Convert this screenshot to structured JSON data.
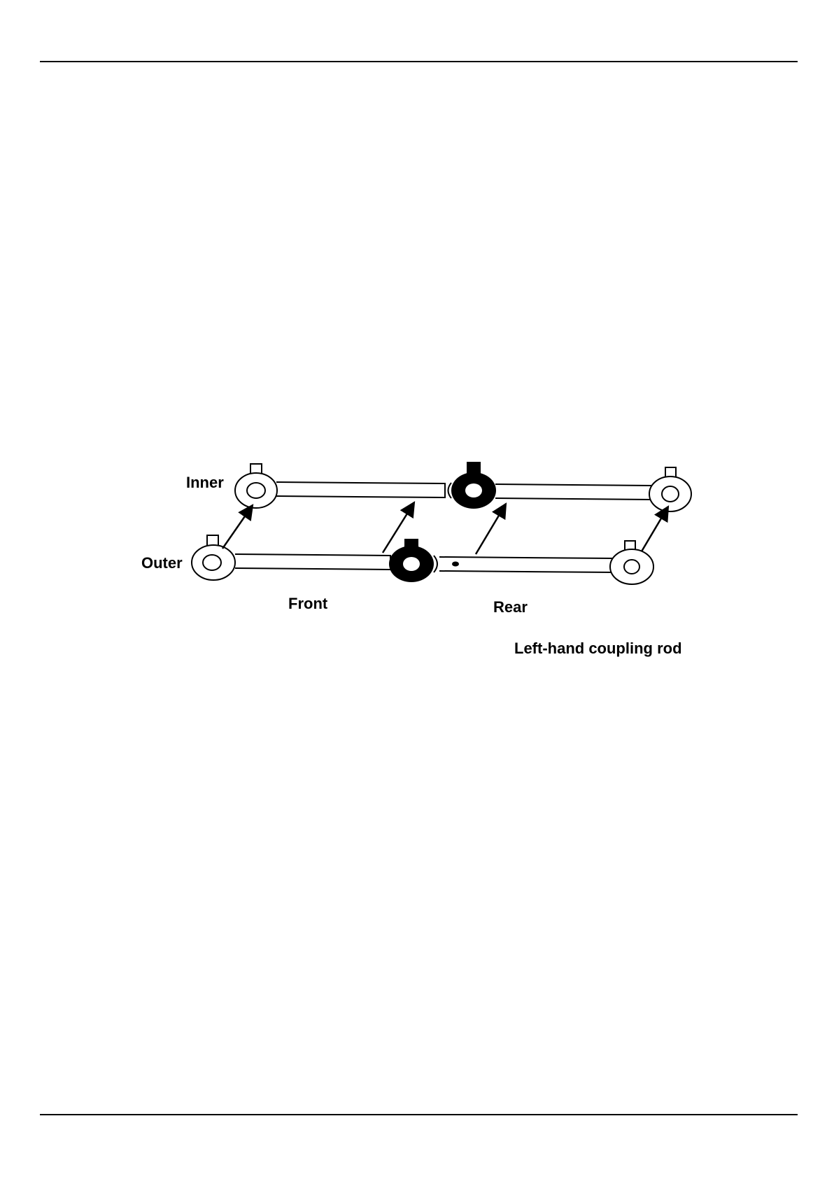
{
  "figure": {
    "labels": {
      "inner": "Inner",
      "outer": "Outer",
      "front": "Front",
      "rear": "Rear",
      "caption": "Left-hand coupling rod"
    }
  },
  "colors": {
    "ink": "#000000",
    "paper": "#ffffff"
  }
}
